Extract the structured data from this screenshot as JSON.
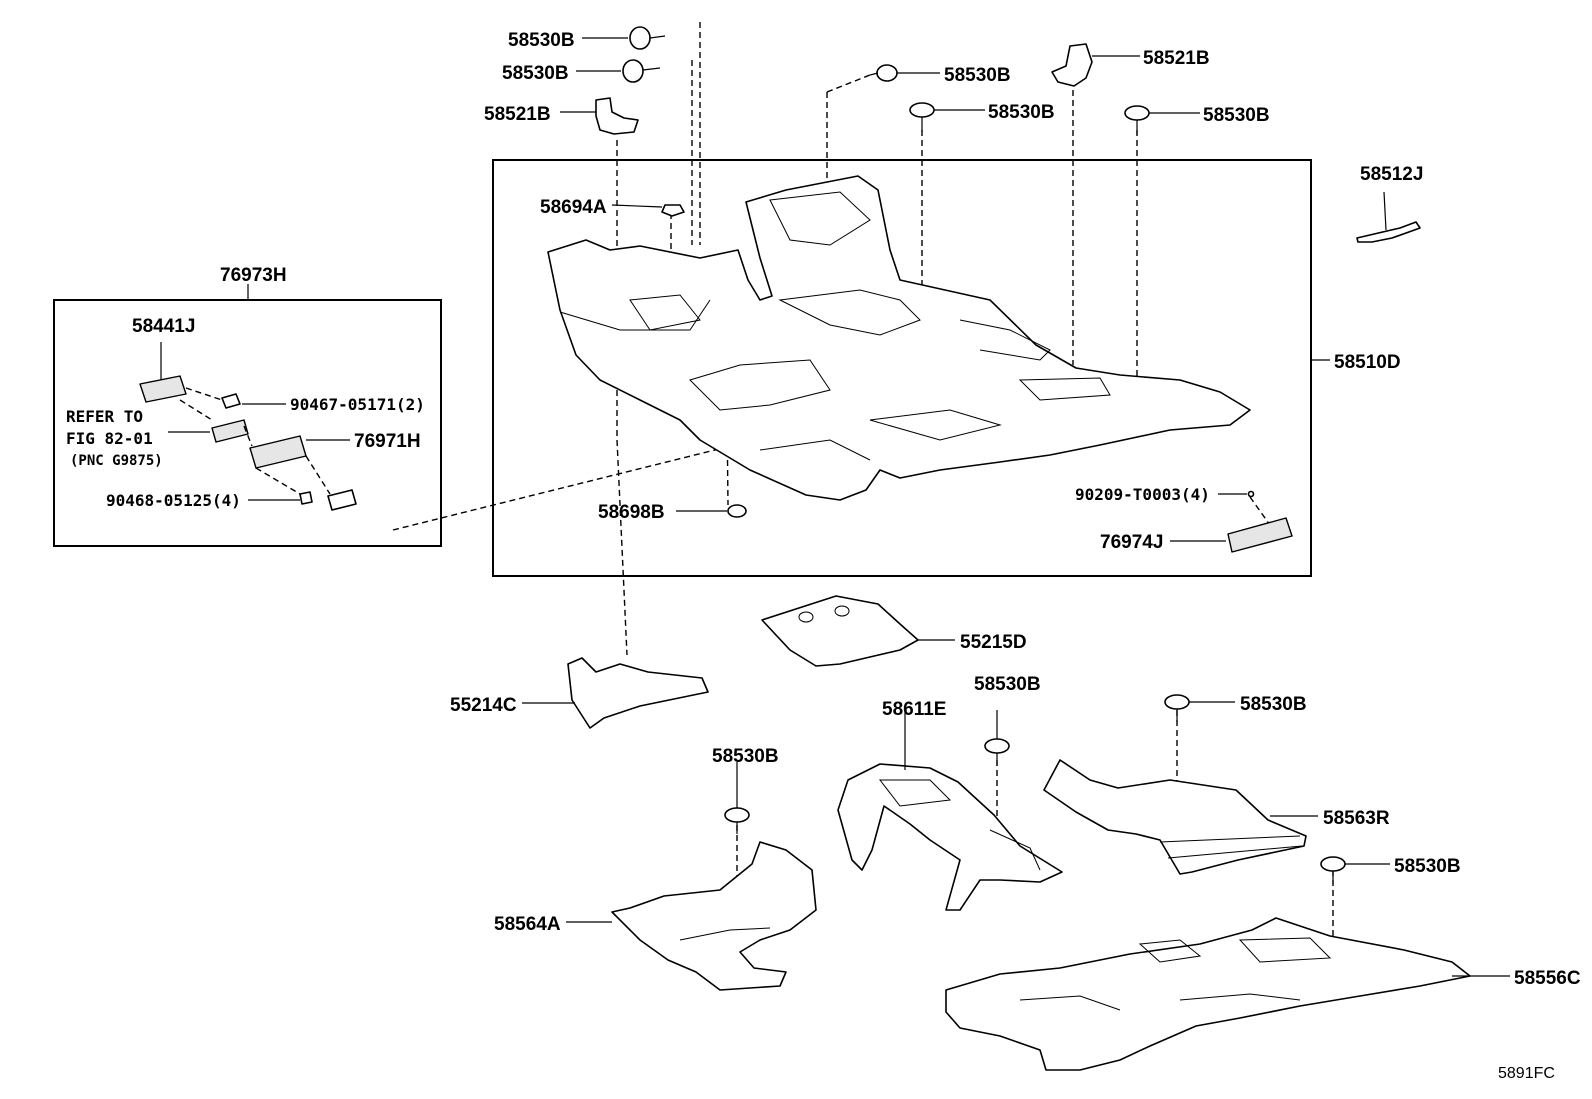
{
  "figure_id": "5891FC",
  "kit_box": {
    "label": "76973H",
    "note_line1": "REFER TO",
    "note_line2": "FIG 82-01",
    "note_line3": "(PNC G9875)"
  },
  "callouts": {
    "c_58530B_1": "58530B",
    "c_58530B_2": "58530B",
    "c_58521B_left": "58521B",
    "c_58530B_3": "58530B",
    "c_58521B_right": "58521B",
    "c_58530B_4": "58530B",
    "c_58530B_5": "58530B",
    "c_58512J": "58512J",
    "c_58694A": "58694A",
    "c_58510D": "58510D",
    "c_58441J": "58441J",
    "c_90467": "90467-05171(2)",
    "c_76971H": "76971H",
    "c_90468": "90468-05125(4)",
    "c_58698B": "58698B",
    "c_90209": "90209-T0003(4)",
    "c_76974J": "76974J",
    "c_55215D": "55215D",
    "c_55214C": "55214C",
    "c_58611E": "58611E",
    "c_58530B_6": "58530B",
    "c_58530B_7": "58530B",
    "c_58563R": "58563R",
    "c_58530B_8": "58530B",
    "c_58530B_9": "58530B",
    "c_58564A": "58564A",
    "c_58556C": "58556C"
  }
}
